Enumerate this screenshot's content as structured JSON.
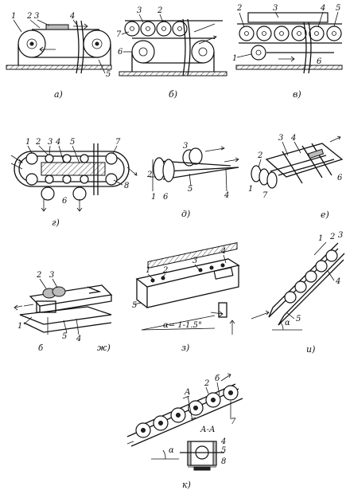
{
  "figures": [
    {
      "id": "a",
      "caption": "а)",
      "labels": [
        "1",
        "2",
        "3",
        "4",
        "5"
      ]
    },
    {
      "id": "b",
      "caption": "б)",
      "labels": [
        "3",
        "2",
        "7",
        "6"
      ]
    },
    {
      "id": "v",
      "caption": "в)",
      "labels": [
        "2",
        "3",
        "4",
        "5",
        "1",
        "6"
      ]
    },
    {
      "id": "g",
      "caption": "г)",
      "labels": [
        "1",
        "2",
        "3",
        "4",
        "5",
        "7",
        "6",
        "8"
      ]
    },
    {
      "id": "d",
      "caption": "д)",
      "labels": [
        "3",
        "2",
        "1",
        "6",
        "5",
        "4"
      ]
    },
    {
      "id": "e",
      "caption": "е)",
      "labels": [
        "3",
        "4",
        "2",
        "1",
        "7",
        "6"
      ]
    },
    {
      "id": "zh",
      "caption": "ж)",
      "labels": [
        "2",
        "3",
        "1",
        "б",
        "5",
        "4"
      ]
    },
    {
      "id": "z",
      "caption": "з)",
      "labels": [
        "1",
        "2",
        "3",
        "4",
        "5"
      ],
      "note": "α= 1-1.5°"
    },
    {
      "id": "i",
      "caption": "и)",
      "labels": [
        "1",
        "2",
        "3",
        "4",
        "5",
        "α"
      ]
    },
    {
      "id": "k",
      "caption": "к)",
      "labels": [
        "А",
        "2",
        "б",
        "7",
        "А-А",
        "α",
        "4",
        "5",
        "8"
      ]
    }
  ]
}
